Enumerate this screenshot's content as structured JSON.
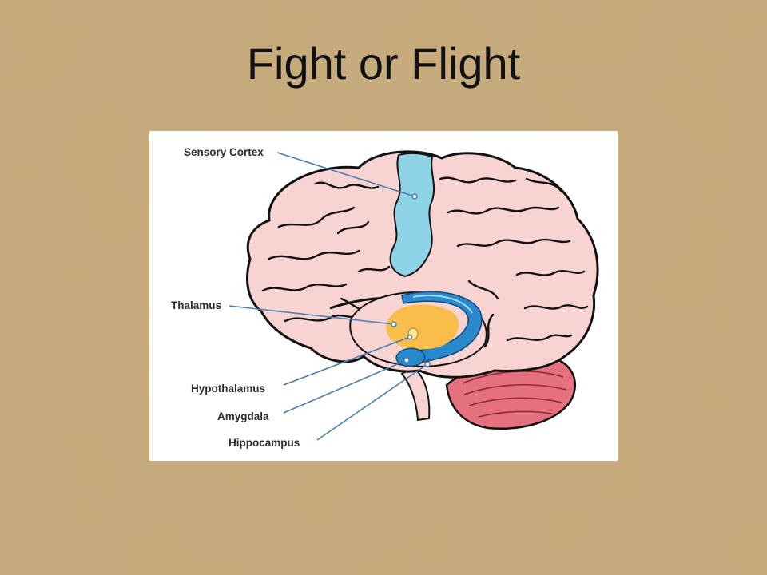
{
  "slide": {
    "title": "Fight or Flight"
  },
  "diagram": {
    "labels": {
      "sensory_cortex": "Sensory Cortex",
      "thalamus": "Thalamus",
      "hypothalamus": "Hypothalamus",
      "amygdala": "Amygdala",
      "hippocampus": "Hippocampus"
    },
    "colors": {
      "brain": "#f7d3d1",
      "sensory_cortex": "#8fd3e6",
      "thalamus": "#f8bd4a",
      "hippocampus": "#2a88cc",
      "cerebellum": "#e5707e",
      "pointer_lines": "#4a80b0",
      "outline": "#111111"
    }
  }
}
